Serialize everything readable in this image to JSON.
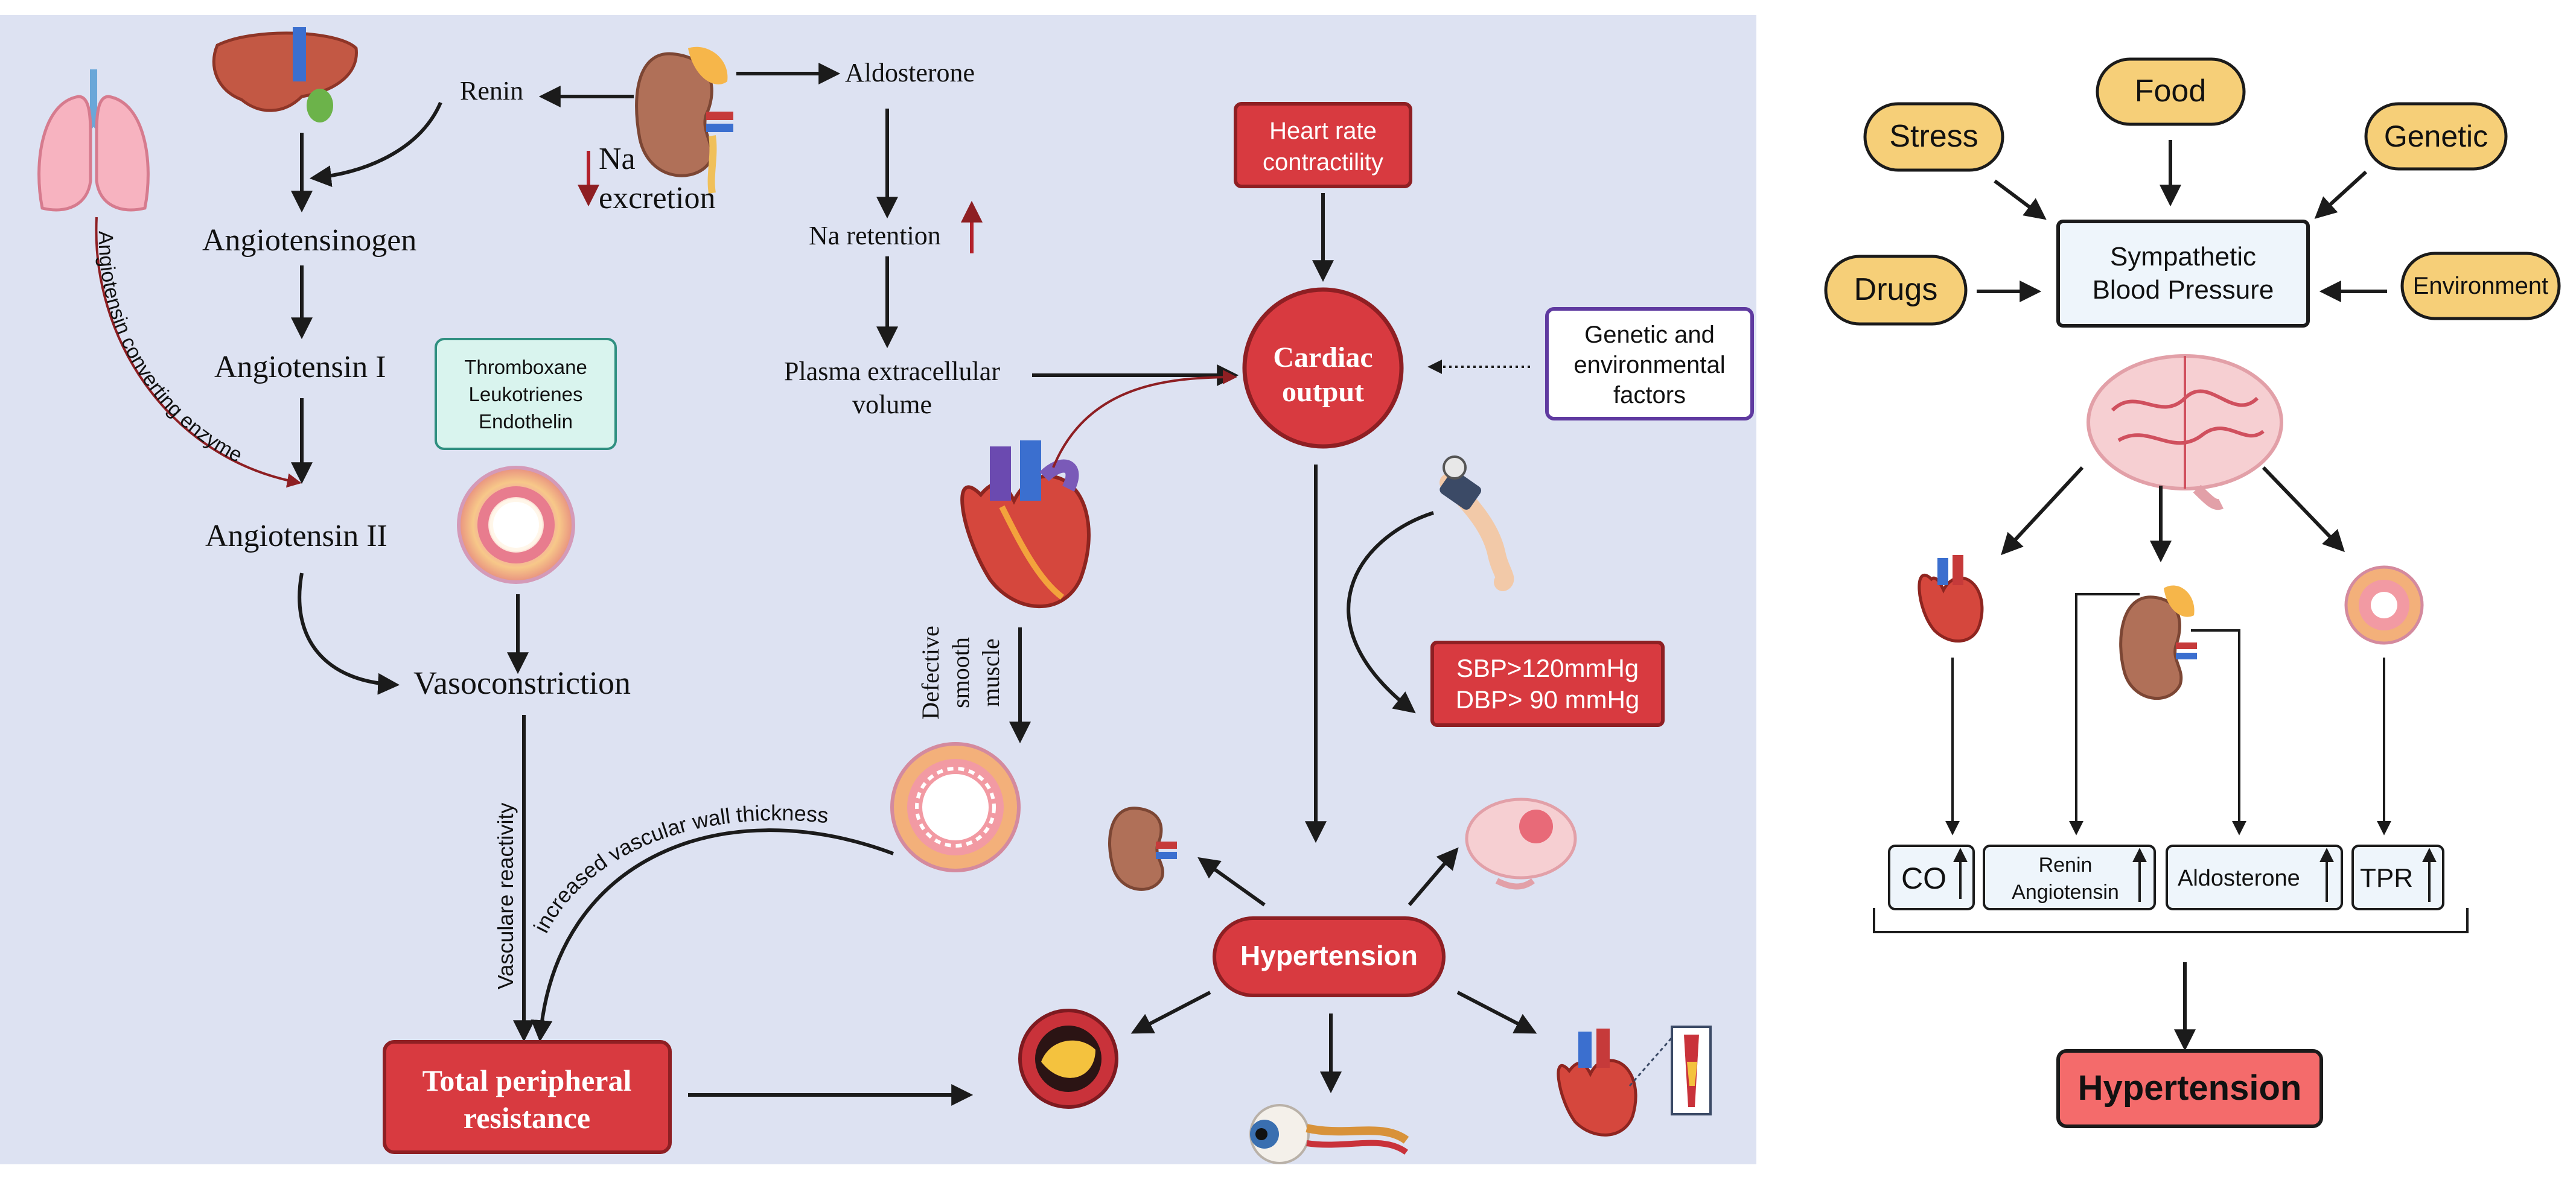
{
  "colors": {
    "left_panel_bg": "#dde2f2",
    "red_box": "#d83a40",
    "red_box_border": "#8e1f23",
    "teal_box": "#d9f4ee",
    "teal_border": "#2f8f80",
    "purple_border": "#5f3aa0",
    "yellow_pill": "#f6cf78",
    "light_box": "#eef5fb",
    "pink_box": "#f46b6b",
    "arrow": "#1b1b1b",
    "up_arrow_red": "#b3212b"
  },
  "left": {
    "renin": "Renin",
    "aldosterone": "Aldosterone",
    "na": "Na",
    "na_excretion": "excretion",
    "angiotensinogen": "Angiotensinogen",
    "angiotensin_i": "Angiotensin I",
    "angiotensin_ii": "Angiotensin II",
    "ace": "Angiotensin converting enzyme",
    "mediators": [
      "Thromboxane",
      "Leukotrienes",
      "Endothelin"
    ],
    "vasoconstriction": "Vasoconstriction",
    "vascular_reactivity": "Vasculare reactivity",
    "wall_thickness": "increased vascular wall thickness",
    "na_retention": "Na retention",
    "plasma_volume": [
      "Plasma extracellular",
      "volume"
    ],
    "defective_muscle": [
      "Defective",
      "smooth",
      "muscle"
    ],
    "tpr": [
      "Total peripheral",
      "resistance"
    ],
    "heart_rate": [
      "Heart rate",
      "contractility"
    ],
    "cardiac_output": [
      "Cardiac",
      "output"
    ],
    "genetic_env": [
      "Genetic and",
      "environmental",
      "factors"
    ],
    "bp_values": [
      "SBP>120mmHg",
      "DBP> 90 mmHg"
    ],
    "hypertension": "Hypertension"
  },
  "right": {
    "food": "Food",
    "stress": "Stress",
    "genetic": "Genetic",
    "drugs": "Drugs",
    "environment": "Environment",
    "sympathetic": [
      "Sympathetic",
      "Blood Pressure"
    ],
    "co": "CO",
    "renin_angiotensin": [
      "Renin",
      "Angiotensin"
    ],
    "aldosterone": "Aldosterone",
    "tpr": "TPR",
    "hypertension": "Hypertension"
  }
}
